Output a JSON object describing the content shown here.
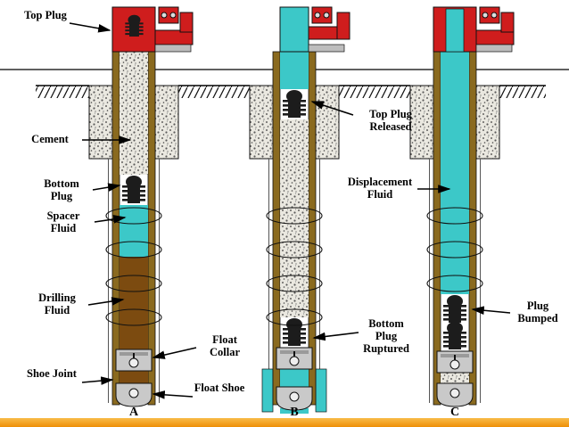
{
  "labels": {
    "top_plug": "Top Plug",
    "cement": "Cement",
    "bottom_plug": "Bottom Plug",
    "spacer_fluid": "Spacer Fluid",
    "drilling_fluid": "Drilling Fluid",
    "shoe_joint": "Shoe Joint",
    "float_collar": "Float Collar",
    "float_shoe": "Float Shoe",
    "top_plug_released": "Top Plug Released",
    "bottom_plug_ruptured": "Bottom Plug Ruptured",
    "displacement_fluid": "Displacement Fluid",
    "plug_bumped": "Plug Bumped"
  },
  "panels": {
    "a": "A",
    "b": "B",
    "c": "C"
  },
  "colors": {
    "red": "#cf1d1d",
    "cyan": "#3cc8c8",
    "casing": "#8a6a1f",
    "mud": "#7c4b10",
    "cement_base": "#eae8e0",
    "steel": "#c9c9c9",
    "plug": "#1c1c1c",
    "bar": "#ee8f07",
    "bar_light": "#f9bc49",
    "ink": "#000000"
  }
}
